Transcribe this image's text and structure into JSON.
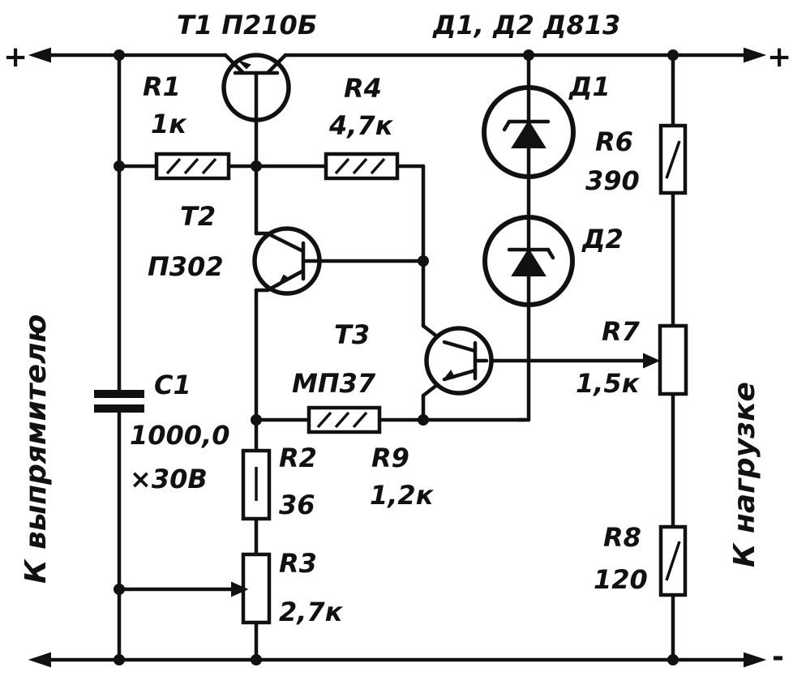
{
  "header": {
    "t1_title": "T1 П210Б",
    "diodes_title": "Д1, Д2 Д813"
  },
  "polarity": {
    "top_left": "+",
    "top_right": "+",
    "bottom_right": "-"
  },
  "side_labels": {
    "left": "К выпрямителю",
    "right": "К нагрузке"
  },
  "components": {
    "R1": {
      "name": "R1",
      "value": "1к"
    },
    "R4": {
      "name": "R4",
      "value": "4,7к"
    },
    "R6": {
      "name": "R6",
      "value": "390"
    },
    "R7": {
      "name": "R7",
      "value": "1,5к"
    },
    "R8": {
      "name": "R8",
      "value": "120"
    },
    "R2": {
      "name": "R2",
      "value": "36"
    },
    "R3": {
      "name": "R3",
      "value": "2,7к"
    },
    "R9": {
      "name": "R9",
      "value": "1,2к"
    },
    "C1": {
      "name": "C1",
      "value": "1000,0",
      "voltage": "×30В"
    },
    "T2": {
      "name": "T2",
      "type": "П302"
    },
    "T3": {
      "name": "T3",
      "type": "МП37"
    },
    "D1": {
      "name": "Д1"
    },
    "D2": {
      "name": "Д2"
    }
  }
}
